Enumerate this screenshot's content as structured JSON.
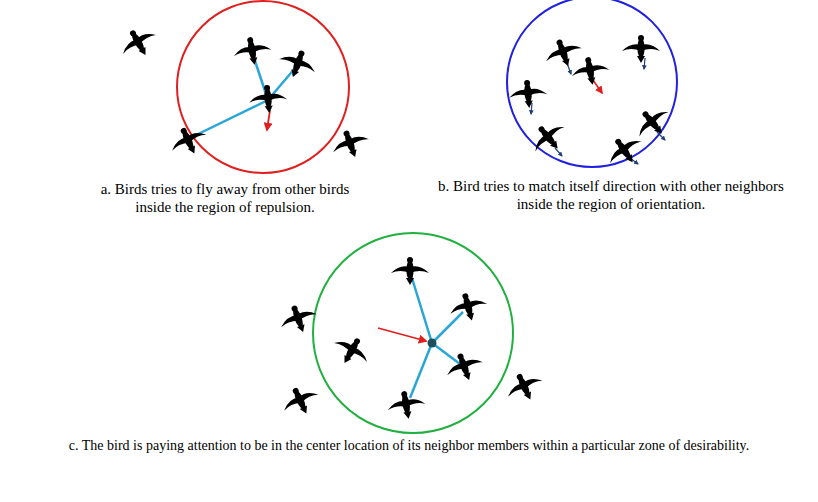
{
  "diagram": {
    "labels": [
      "a. Birds tries to fly away from other birds inside the region of repulsion.",
      "b. Bird tries to match itself direction with other neighbors inside the region of orientation.",
      "c. The bird is paying attention to be in the center location of its neighbor members within a particular zone of desirability."
    ]
  }
}
